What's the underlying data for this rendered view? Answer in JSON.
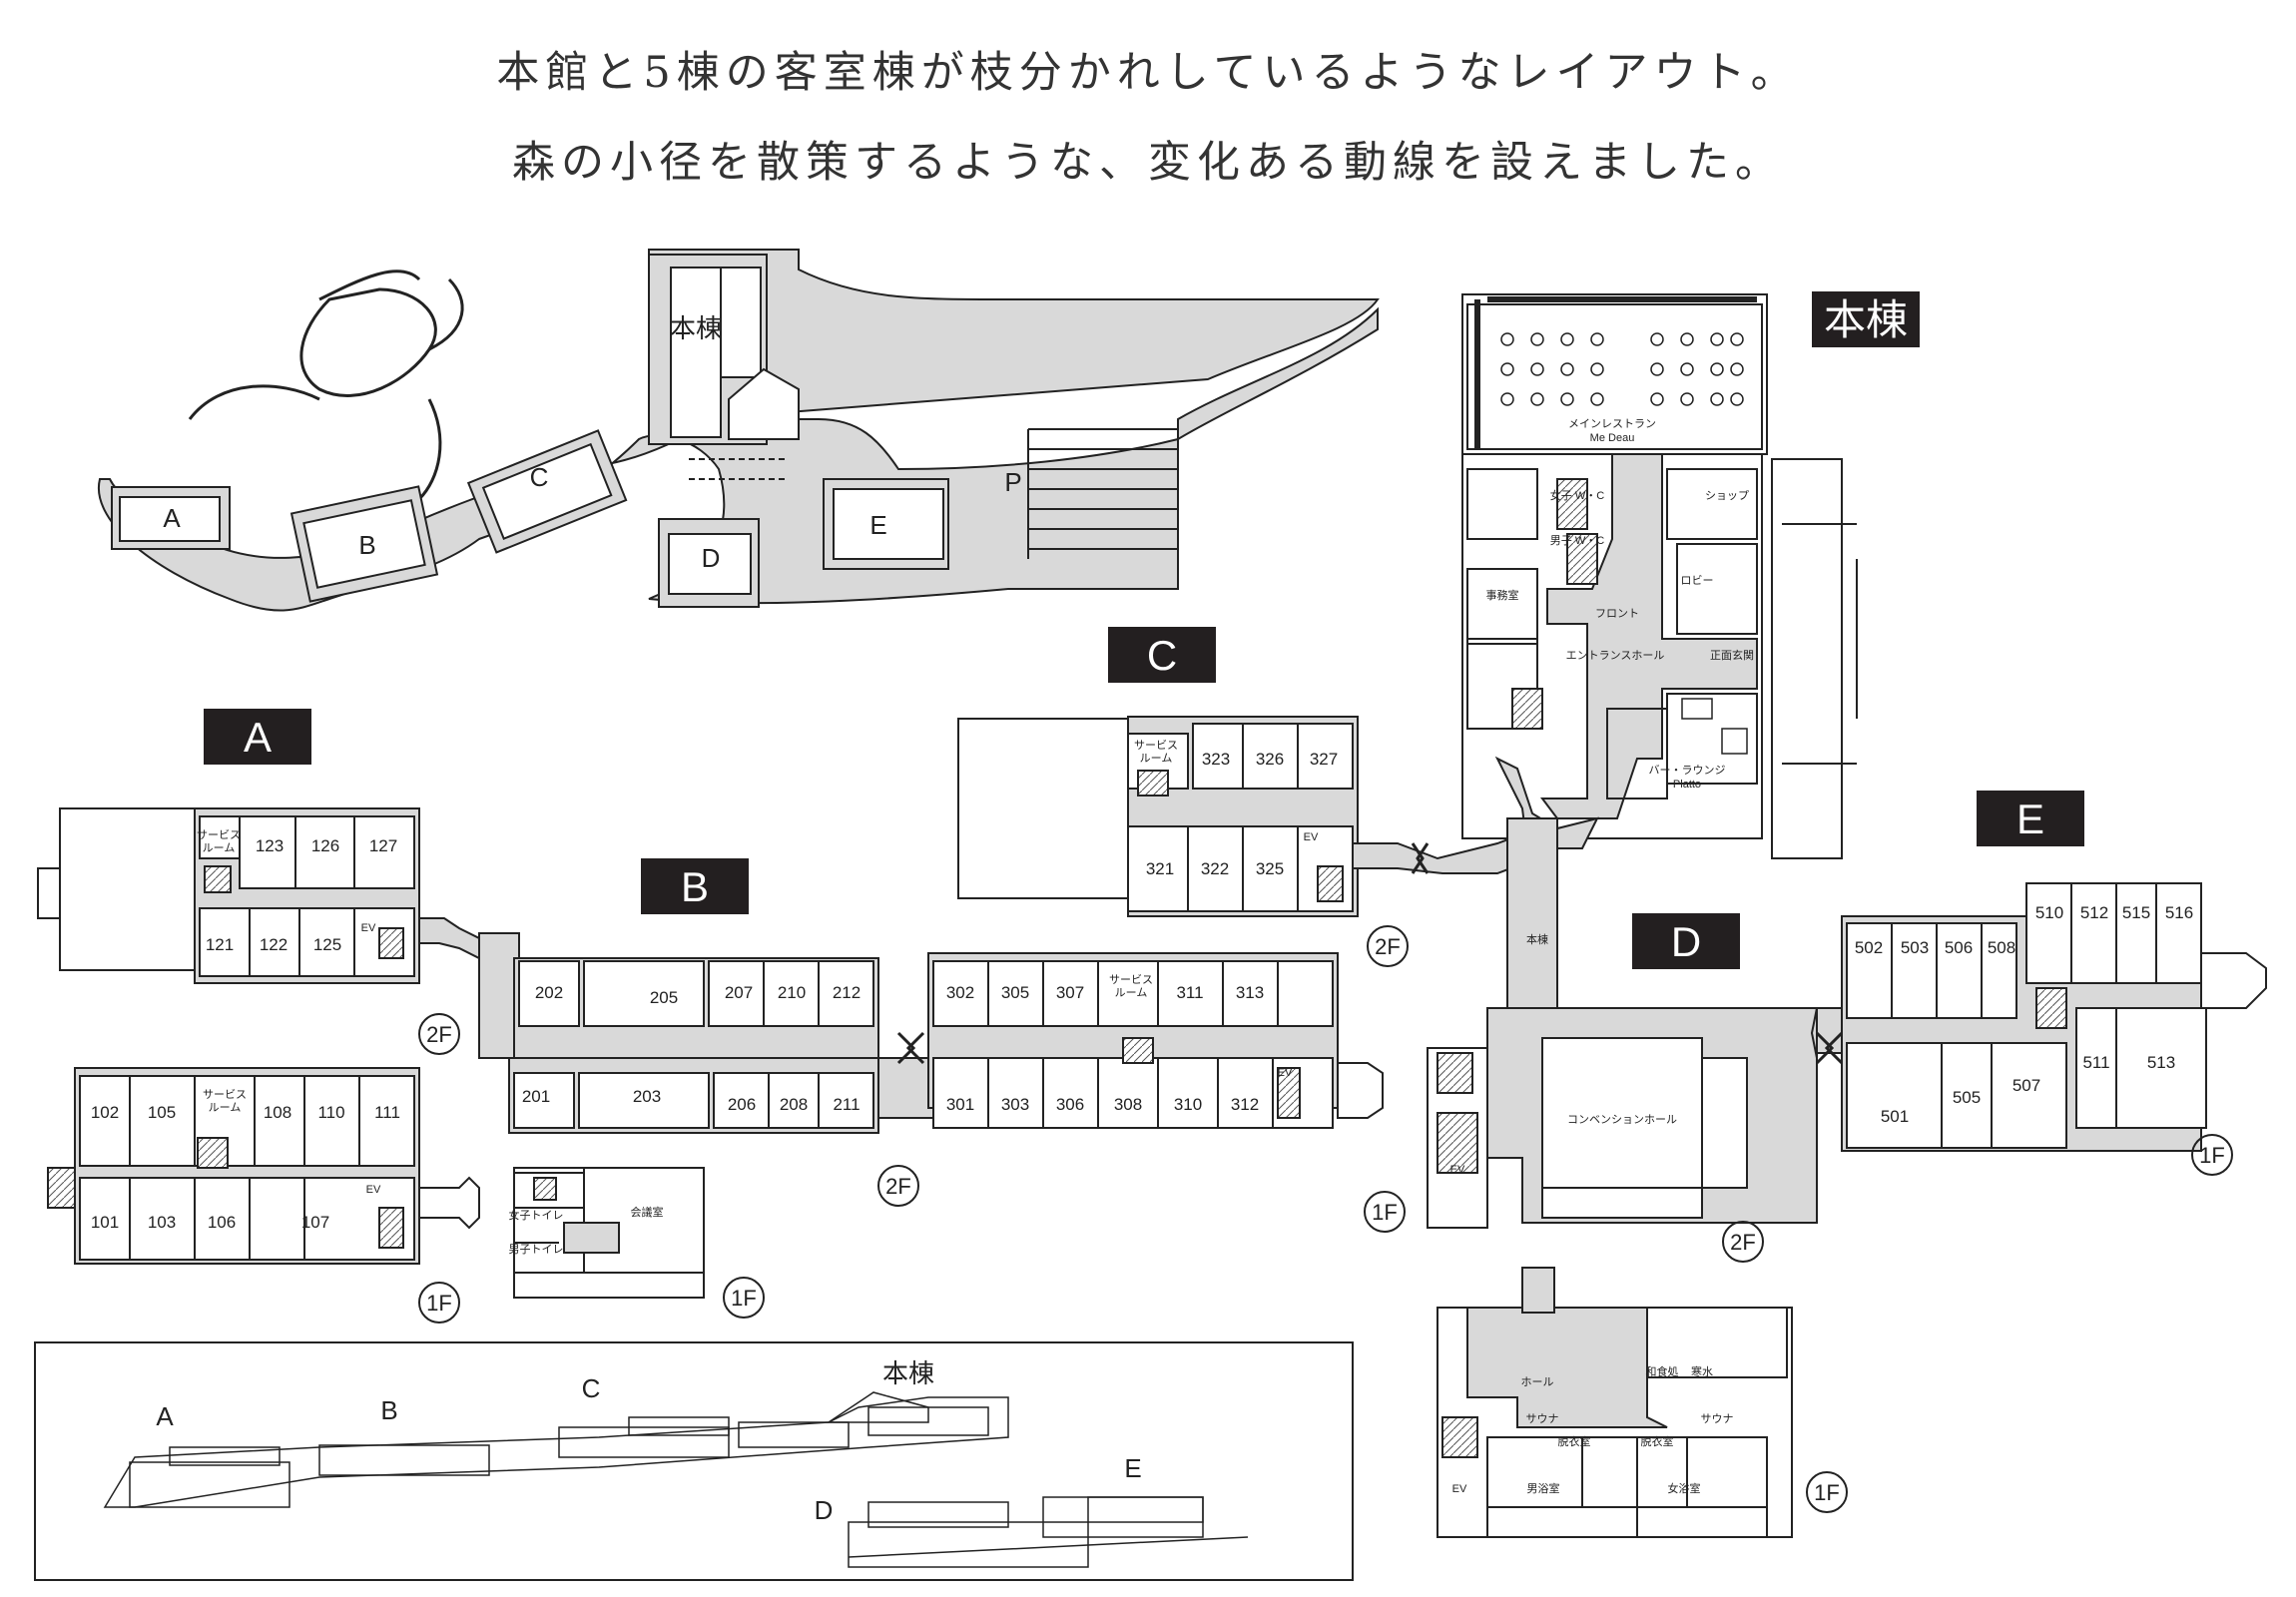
{
  "headline": {
    "line1": "本館と5棟の客室棟が枝分かれしているようなレイアウト。",
    "line2": "森の小径を散策するような、変化ある動線を設えました。"
  },
  "site_plan": {
    "labels": {
      "main": "本棟",
      "a": "A",
      "b": "B",
      "c": "C",
      "d": "D",
      "e": "E",
      "parking": "P"
    }
  },
  "buildings": {
    "main": "本棟",
    "a": "A",
    "b": "B",
    "c": "C",
    "d": "D",
    "e": "E"
  },
  "floor_badges": {
    "a_2f": "2F",
    "a_1f": "1F",
    "b_2f": "2F",
    "b_1f": "1F",
    "c_2f": "2F",
    "d_2f": "2F",
    "d_1f": "1F",
    "e_1f": "1F",
    "main_1f": "1F"
  },
  "rooms": {
    "a2_top": [
      "123",
      "126",
      "127"
    ],
    "a2_bottom": [
      "121",
      "122",
      "125"
    ],
    "a1_top": [
      "102",
      "105",
      "108",
      "110",
      "111"
    ],
    "a1_bottom": [
      "101",
      "103",
      "106",
      "107"
    ],
    "b2_top": [
      "202",
      "205",
      "207",
      "210",
      "212",
      "302",
      "305",
      "307",
      "311",
      "313"
    ],
    "b2_bottom": [
      "201",
      "203",
      "206",
      "208",
      "211",
      "301",
      "303",
      "306",
      "308",
      "310",
      "312"
    ],
    "c2_top": [
      "323",
      "326",
      "327"
    ],
    "c2_bottom": [
      "321",
      "322",
      "325"
    ],
    "e1_top": [
      "502",
      "503",
      "506",
      "508",
      "510",
      "512",
      "515",
      "516"
    ],
    "e1_bottom": [
      "501",
      "505",
      "507",
      "511",
      "513"
    ]
  },
  "facilities": {
    "service_room": "サービス ルーム",
    "service_line1": "サービス",
    "service_line2": "ルーム",
    "ev": "EV",
    "meeting_room": "会議室",
    "wc_f": "女子トイレ",
    "wc_m": "男子トイレ",
    "restaurant_line1": "メインレストラン",
    "restaurant_line2": "Me Deau",
    "office": "事務室",
    "front": "フロント",
    "entrance_hall": "エントランスホール",
    "lobby": "ロビー",
    "main_entrance": "正面玄関",
    "shop": "ショップ",
    "wc_women": "女子 W・C",
    "wc_men": "男子 W・C",
    "bar_line1": "バー・ラウンジ",
    "bar_line2": "Platto",
    "main_bldg": "本棟",
    "convention": "コンベンションホール",
    "hall": "ホール",
    "washoku": "和食処",
    "kansui": "寒水",
    "sauna": "サウナ",
    "dressing": "脱衣室",
    "mens_bath": "男浴室",
    "womens_bath": "女浴室"
  },
  "elevation": {
    "a": "A",
    "b": "B",
    "c": "C",
    "main": "本棟",
    "d": "D",
    "e": "E"
  },
  "colors": {
    "corridor": "#d9d9d9",
    "ink": "#222222",
    "badge_bg": "#231f20",
    "badge_text": "#ffffff"
  }
}
